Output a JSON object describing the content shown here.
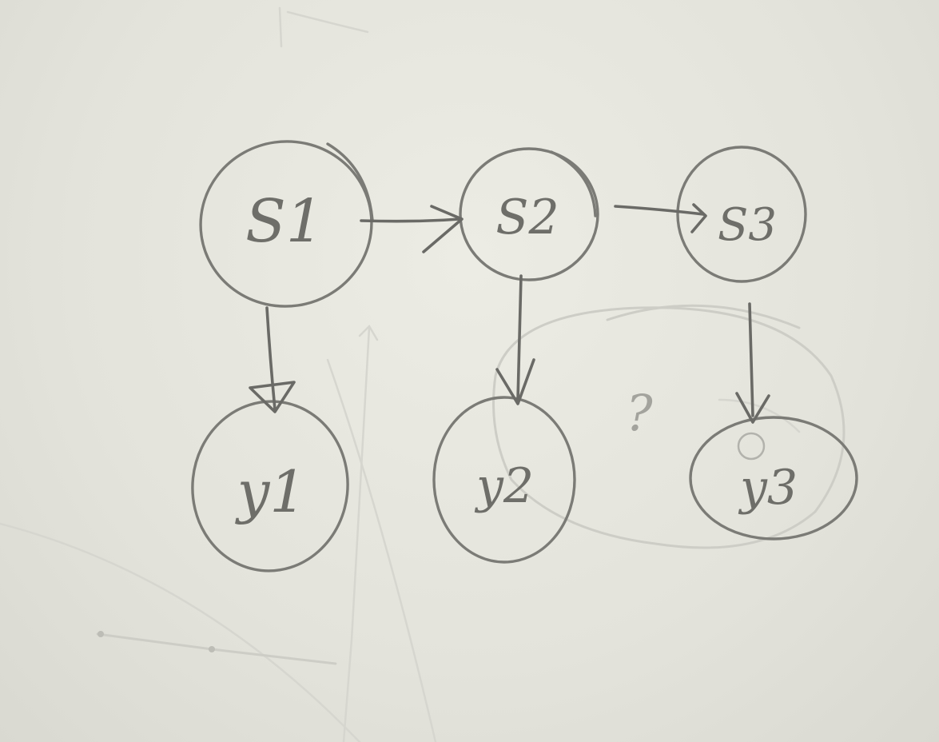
{
  "diagram": {
    "nodes": [
      {
        "id": "s1",
        "label": "S1"
      },
      {
        "id": "s2",
        "label": "S2"
      },
      {
        "id": "s3",
        "label": "S3"
      },
      {
        "id": "y1",
        "label": "y1"
      },
      {
        "id": "y2",
        "label": "y2"
      },
      {
        "id": "y3",
        "label": "y3"
      }
    ],
    "edges": [
      {
        "from": "s1",
        "to": "s2"
      },
      {
        "from": "s2",
        "to": "s3"
      },
      {
        "from": "s1",
        "to": "y1"
      },
      {
        "from": "s2",
        "to": "y2"
      },
      {
        "from": "s3",
        "to": "y3"
      }
    ],
    "annotation": "?"
  }
}
